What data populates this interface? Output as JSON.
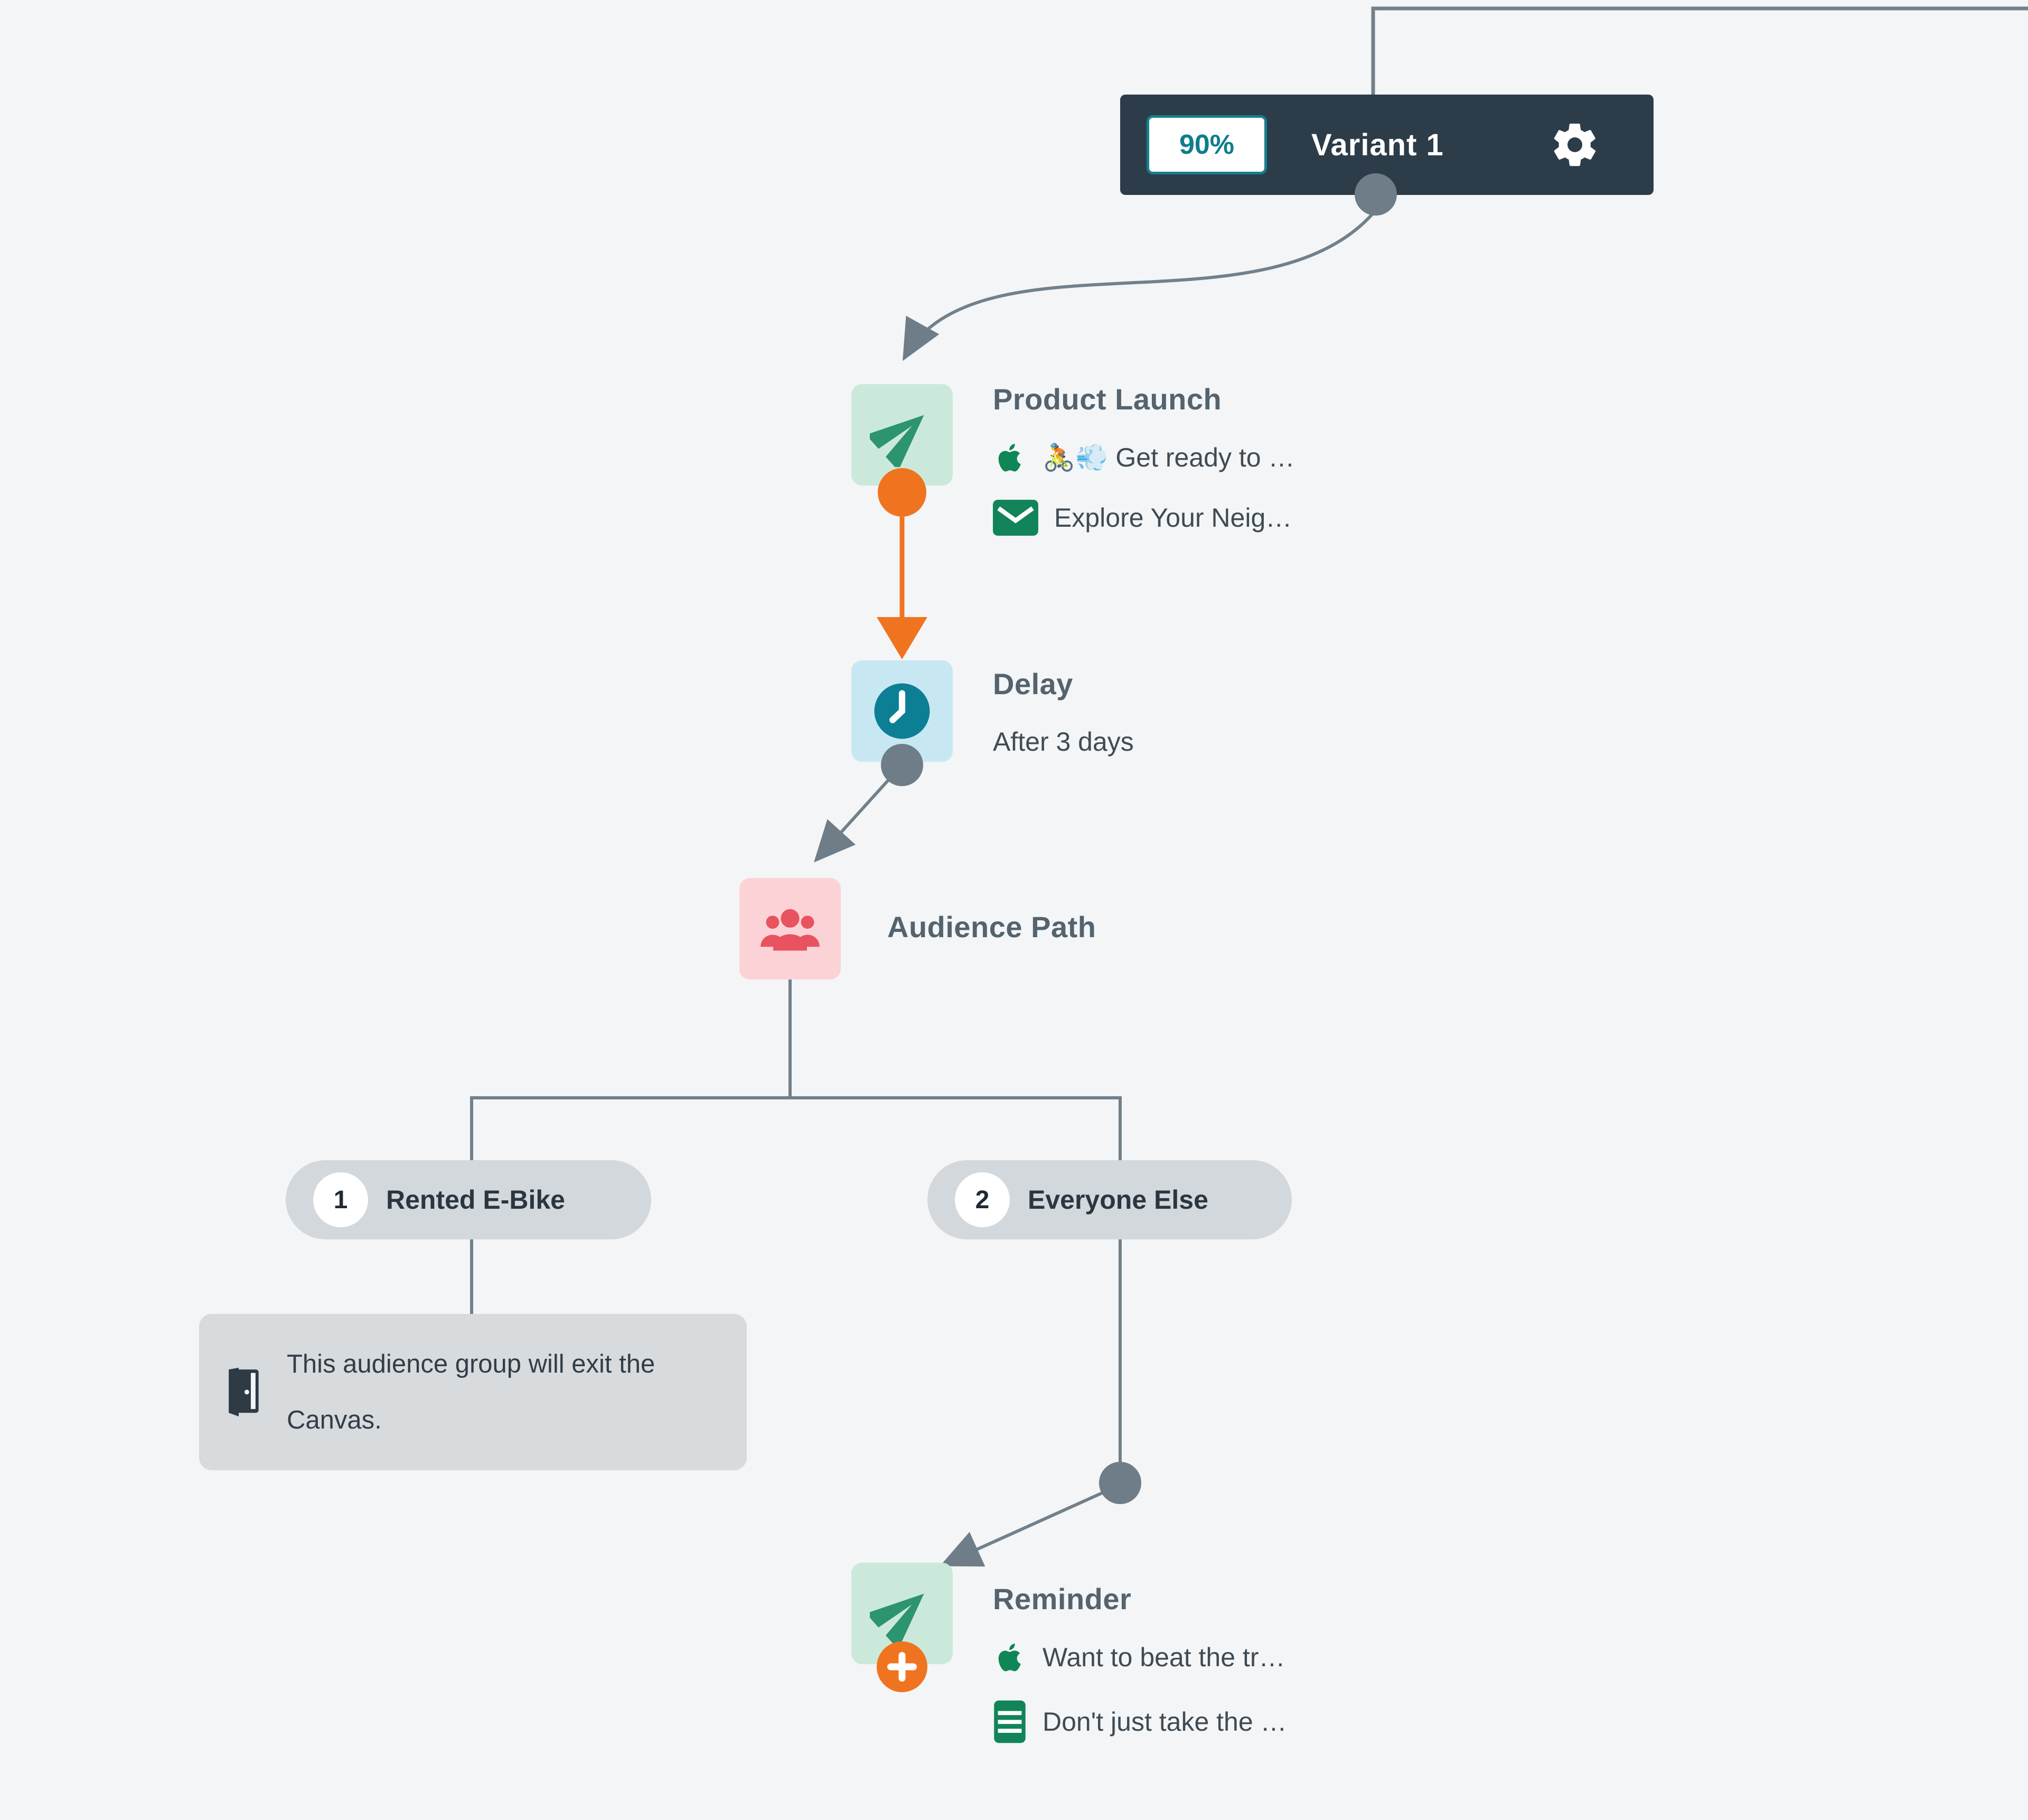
{
  "canvas": {
    "background_color": "#f3f5f6",
    "connector_color": "#72808a",
    "dot_color": "#6e7d87",
    "accent_orange": "#f0741f"
  },
  "variant_node": {
    "percentage": "90%",
    "label": "Variant 1",
    "bg_color": "#2d3c49",
    "teal_color": "#15808f",
    "settings_icon": "gear-icon"
  },
  "nodes": {
    "product_launch": {
      "title": "Product Launch",
      "tile_color": "#cbe9da",
      "tile_icon": "paper-plane-icon",
      "messages": [
        {
          "channel_icon": "apple-icon",
          "text": "🚴💨 Get ready to …"
        },
        {
          "channel_icon": "envelope-icon",
          "text": "Explore Your Neig…"
        }
      ]
    },
    "delay": {
      "title": "Delay",
      "subtitle": "After 3 days",
      "tile_color": "#c7e8f3",
      "tile_icon": "clock-icon"
    },
    "audience_path": {
      "title": "Audience Path",
      "tile_color": "#fbd3d7",
      "tile_icon": "audience-icon"
    },
    "reminder": {
      "title": "Reminder",
      "tile_color": "#cbe9da",
      "tile_icon": "paper-plane-icon",
      "badge_icon": "plus-icon",
      "messages": [
        {
          "channel_icon": "apple-icon",
          "text": "Want to beat the tr…"
        },
        {
          "channel_icon": "content-card-icon",
          "text": "Don't just take the …"
        }
      ]
    }
  },
  "branches": [
    {
      "number": "1",
      "label": "Rented E-Bike"
    },
    {
      "number": "2",
      "label": "Everyone Else"
    }
  ],
  "exit_note": {
    "icon": "exit-door-icon",
    "text": "This audience group will exit the Canvas."
  }
}
